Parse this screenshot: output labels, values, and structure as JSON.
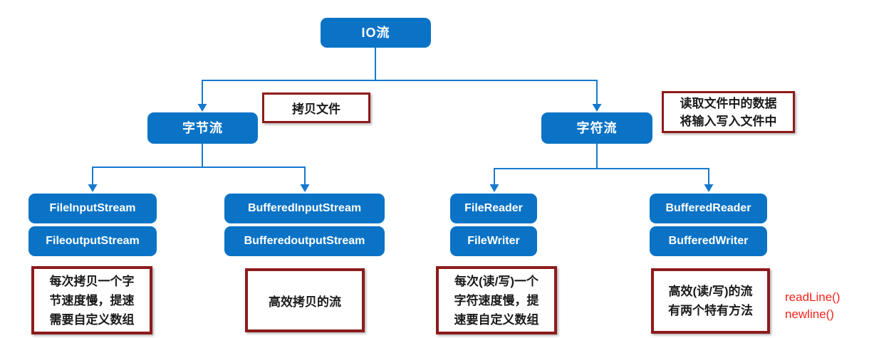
{
  "root_node": "IO流",
  "branch_nodes": {
    "byte_stream": "字节流",
    "char_stream": "字符流"
  },
  "leaf_nodes": {
    "file_input": "FileInputStream",
    "file_output": "FileoutputStream",
    "buffered_input": "BufferedInputStream",
    "buffered_output": "BufferedoutputStream",
    "file_reader": "FileReader",
    "file_writer": "FileWriter",
    "buffered_reader": "BufferedReader",
    "buffered_writer": "BufferedWriter"
  },
  "annotations": {
    "copy_file": {
      "lines": [
        "拷贝文件"
      ]
    },
    "read_write_file": {
      "lines": [
        "读取文件中的数据",
        "将输入写入文件中"
      ]
    },
    "byte_slow": {
      "lines": [
        "每次拷贝一个字",
        "节速度慢，提速",
        "需要自定义数组"
      ]
    },
    "efficient_copy": {
      "lines": [
        "高效拷贝的流"
      ]
    },
    "char_slow": {
      "lines": [
        "每次(读/写)一个",
        "字符速度慢，提",
        "速要自定义数组"
      ]
    },
    "efficient_rw": {
      "lines": [
        "高效(读/写)的流",
        "有两个特有方法"
      ]
    }
  },
  "side_notes": {
    "line1": "readLine()",
    "line2": "newline()"
  },
  "colors": {
    "node_blue": "#0a73c6",
    "connector_blue": "#1779ce",
    "annotation_border_red": "#8e1b1b",
    "note_red": "#f5231c",
    "node_text": "#ffffff",
    "annotation_text": "#1a1a1a"
  }
}
